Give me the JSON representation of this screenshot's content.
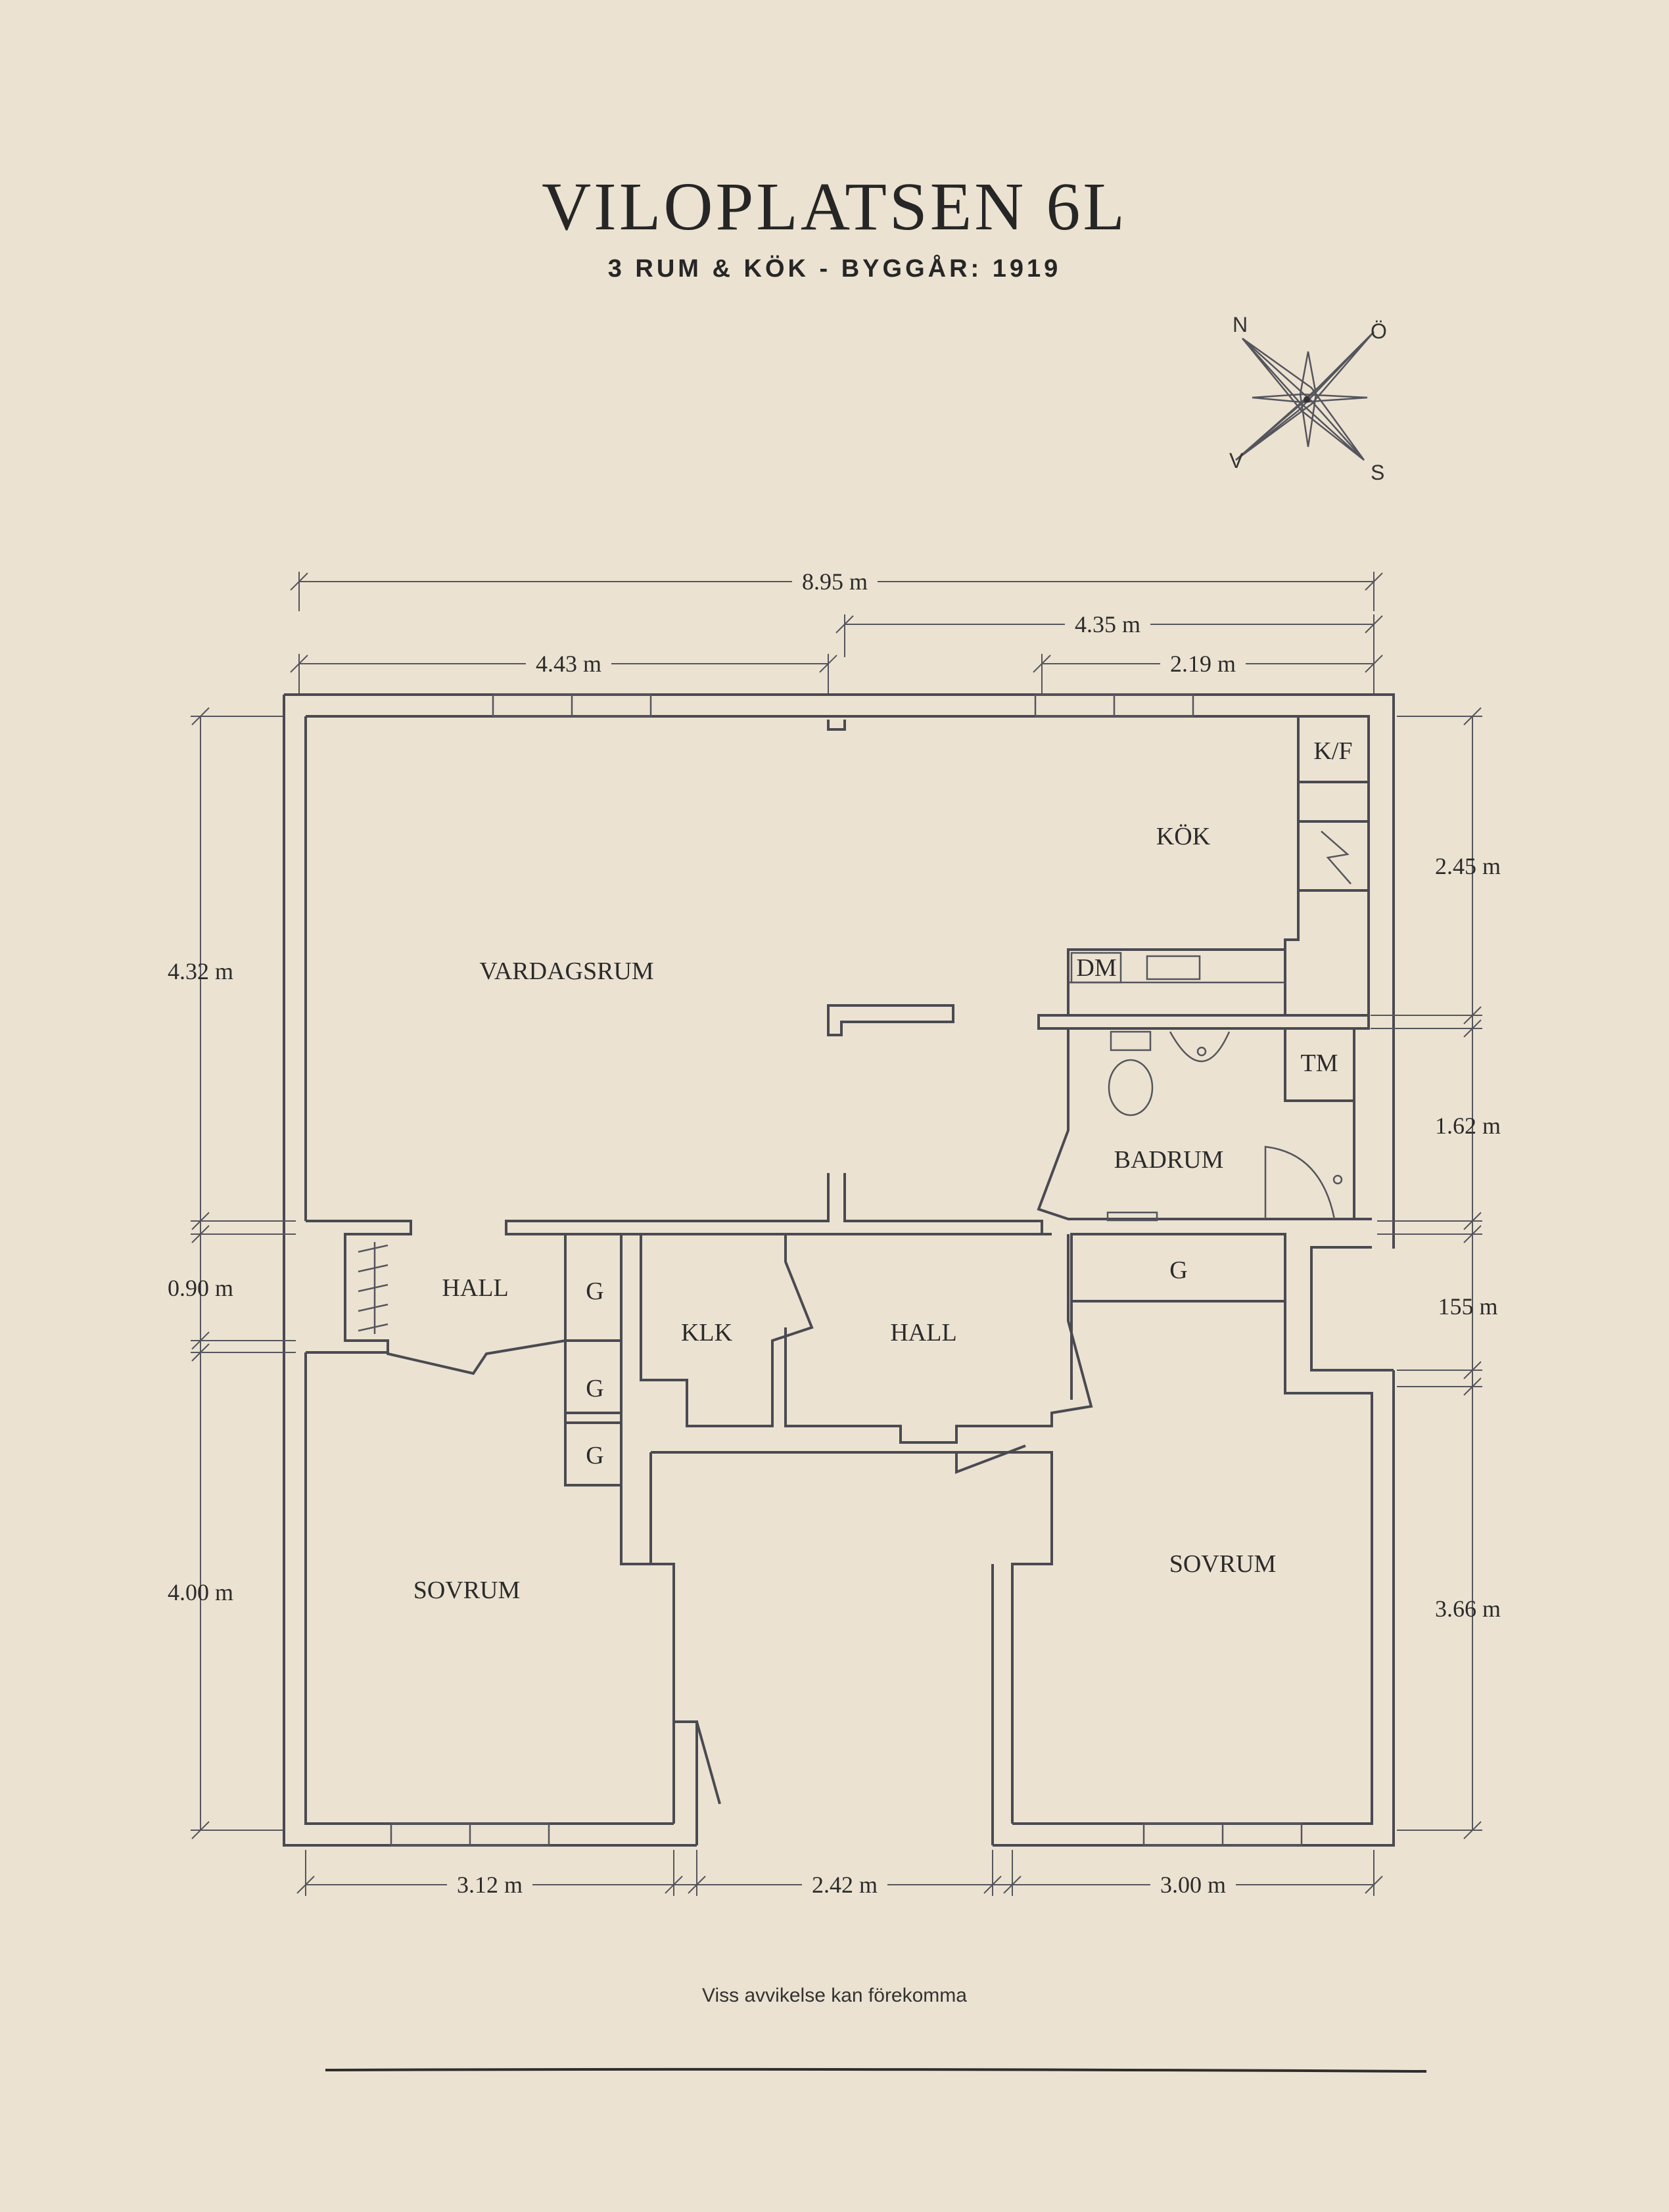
{
  "header": {
    "title": "VILOPLATSEN 6L",
    "subtitle": "3 RUM & KÖK  -  BYGGÅR: 1919"
  },
  "compass": {
    "n": "N",
    "e": "Ö",
    "s": "S",
    "w": "V"
  },
  "rooms": {
    "vardagsrum": "VARDAGSRUM",
    "kok": "KÖK",
    "kf": "K/F",
    "dm": "DM",
    "tm": "TM",
    "badrum": "BADRUM",
    "hall_left": "HALL",
    "hall_center": "HALL",
    "klk": "KLK",
    "g1": "G",
    "g2": "G",
    "g3": "G",
    "g4": "G",
    "sovrum_left": "SOVRUM",
    "sovrum_right": "SOVRUM"
  },
  "dimensions": {
    "total_width": "8.95 m",
    "right_upper": "4.35 m",
    "top_left": "4.43 m",
    "top_right": "2.19 m",
    "left_upper": "4.32 m",
    "left_middle": "0.90 m",
    "left_lower": "4.00 m",
    "right_kok": "2.45 m",
    "right_bad": "1.62 m",
    "right_g": "155 m",
    "right_lower": "3.66 m",
    "bottom_left": "3.12 m",
    "bottom_center": "2.42 m",
    "bottom_right": "3.00 m"
  },
  "footer": {
    "disclaimer": "Viss avvikelse kan förekomma"
  }
}
